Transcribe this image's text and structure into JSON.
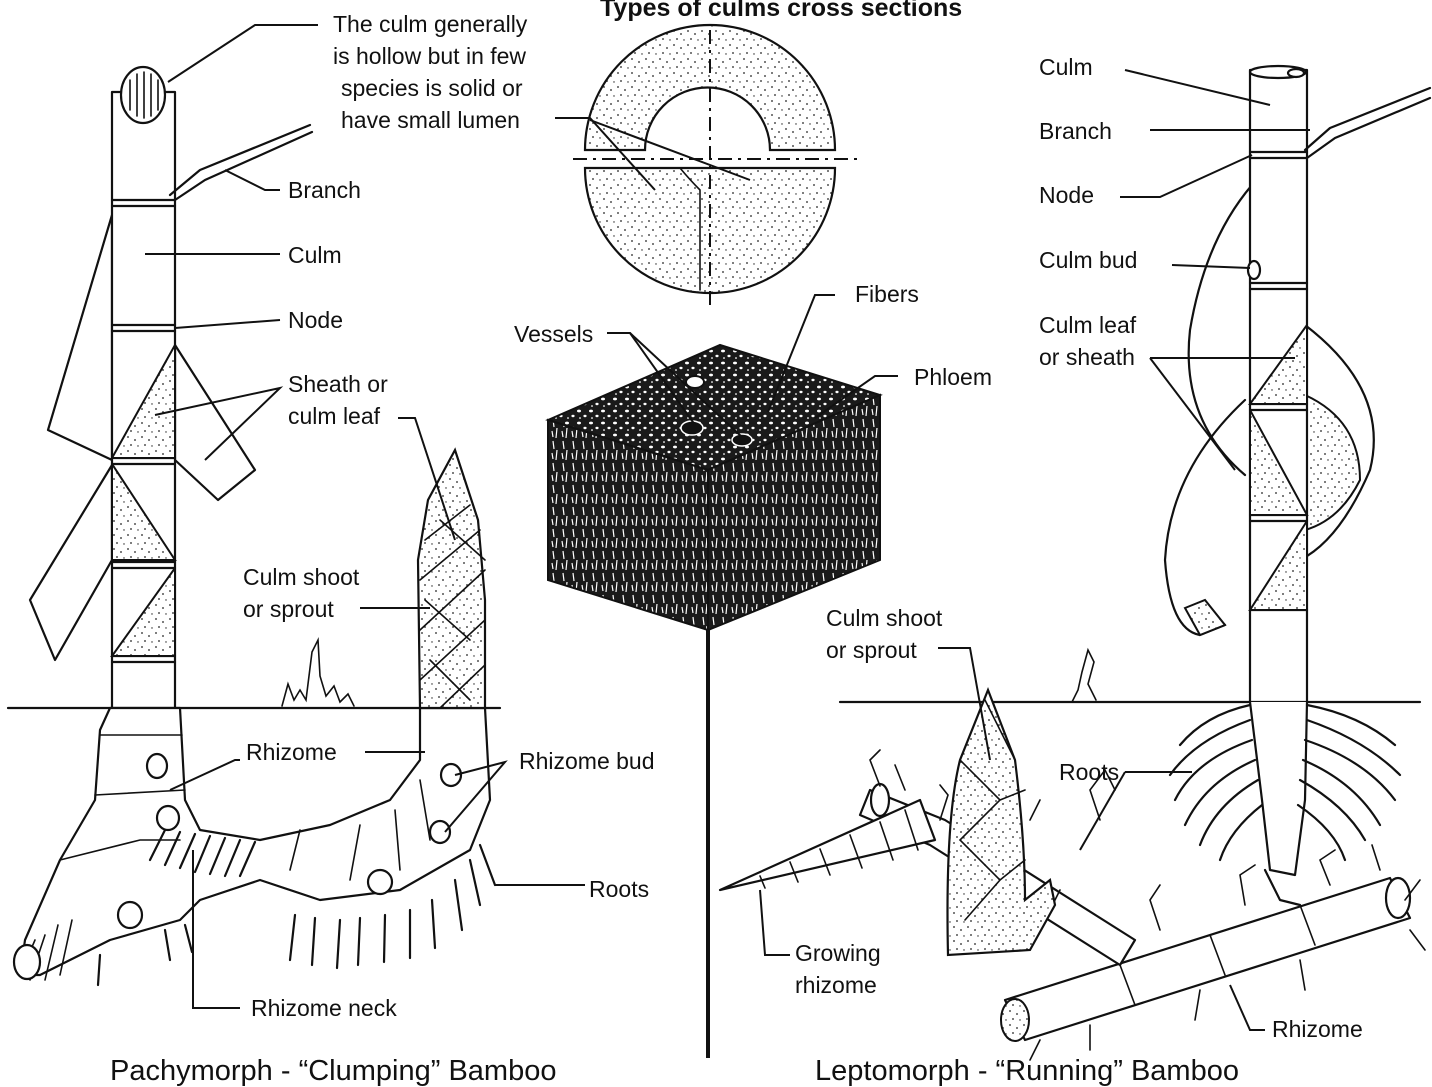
{
  "title": "Types of culms cross sections",
  "captions": {
    "left": "Pachymorph - “Clumping” Bamboo",
    "right": "Leptomorph - “Running” Bamboo"
  },
  "left_labels": {
    "hollow_note": [
      "The culm generally",
      "is hollow but in few",
      "species is solid or",
      "have small lumen"
    ],
    "branch": "Branch",
    "culm": "Culm",
    "node": "Node",
    "sheath": [
      "Sheath or",
      "culm leaf"
    ],
    "shoot": [
      "Culm shoot",
      "or sprout"
    ],
    "rhizome": "Rhizome",
    "rhizome_bud": "Rhizome bud",
    "roots": "Roots",
    "rhizome_neck": "Rhizome neck"
  },
  "center_labels": {
    "vessels": "Vessels",
    "fibers": "Fibers",
    "phloem": "Phloem"
  },
  "right_labels": {
    "culm": "Culm",
    "branch": "Branch",
    "node": "Node",
    "culm_bud": "Culm bud",
    "culm_leaf": [
      "Culm leaf",
      "or sheath"
    ],
    "shoot": [
      "Culm shoot",
      "or sprout"
    ],
    "roots": "Roots",
    "growing_rhizome": [
      "Growing",
      "rhizome"
    ],
    "rhizome": "Rhizome"
  }
}
